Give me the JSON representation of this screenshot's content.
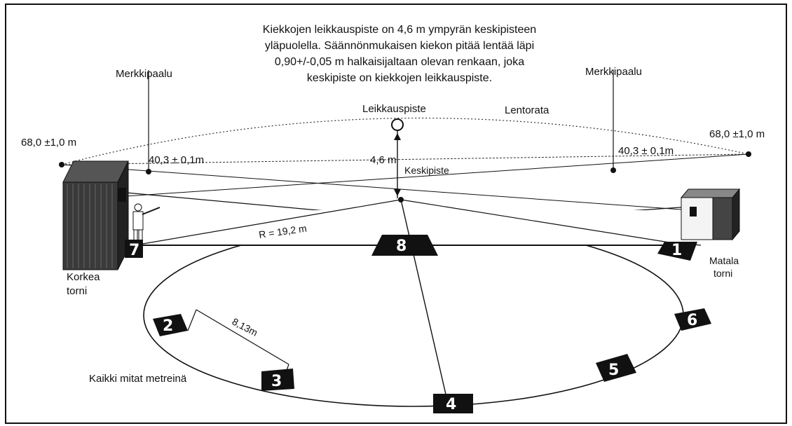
{
  "diagram": {
    "description_lines": [
      "Kiekkojen leikkauspiste on 4,6 m ympyrän keskipisteen",
      "yläpuolella. Säännönmukaisen kiekon pitää lentää läpi",
      "0,90+/-0,05 m halkaisijaltaan olevan renkaan, joka",
      "keskipiste on kiekkojen leikkauspiste."
    ],
    "labels": {
      "merkkipaalu_left": "Merkkipaalu",
      "merkkipaalu_right": "Merkkipaalu",
      "leikkauspiste": "Leikkauspiste",
      "lentorata": "Lentorata",
      "distance_left": "68,0 ±1,0 m",
      "distance_right": "68,0 ±1,0 m",
      "stake_left": "40,3 ± 0,1m",
      "stake_right": "40,3 ± 0,1m",
      "height": "4,6 m",
      "keskipiste": "Keskipiste",
      "radius": "R = 19,2 m",
      "chord": "8,13m",
      "high_tower_line1": "Korkea",
      "high_tower_line2": "torni",
      "low_tower_line1": "Matala",
      "low_tower_line2": "torni",
      "units_note": "Kaikki mitat metreinä"
    },
    "stations": [
      "1",
      "2",
      "3",
      "4",
      "5",
      "6",
      "7",
      "8"
    ]
  }
}
